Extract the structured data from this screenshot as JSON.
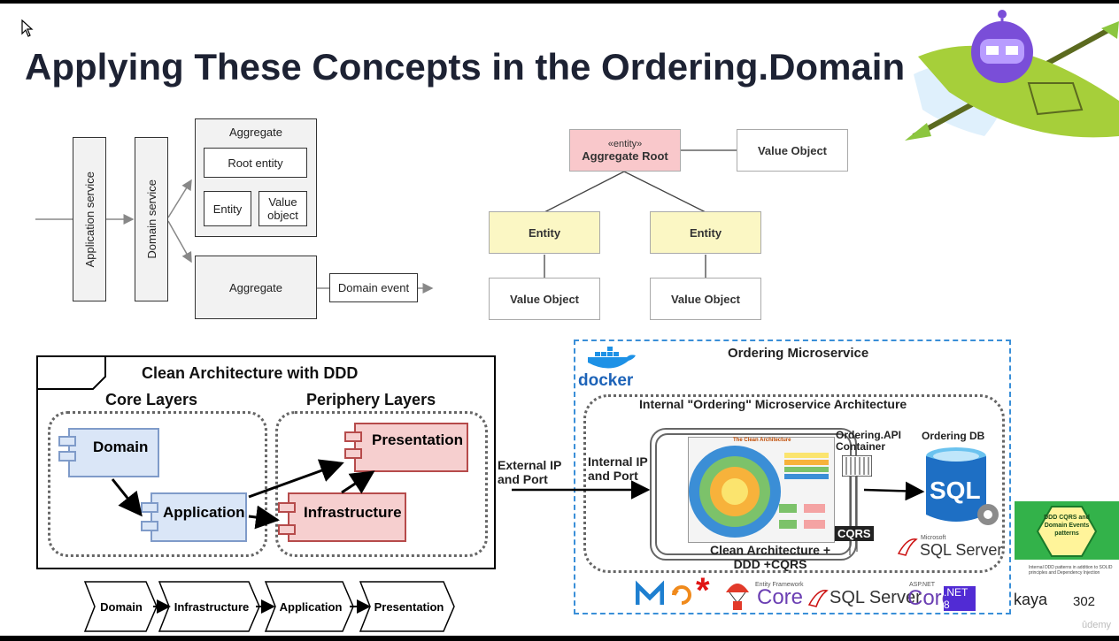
{
  "slide": {
    "title": "Applying These Concepts in the Ordering.Domain",
    "page_number": "302",
    "author_fragment": "kaya",
    "watermark": "ûdemy"
  },
  "left_diagram": {
    "application_service": "Application service",
    "domain_service": "Domain service",
    "aggregate_top": {
      "label": "Aggregate",
      "root": "Root entity",
      "entity": "Entity",
      "value_object": "Value object"
    },
    "aggregate_bottom": "Aggregate",
    "domain_event": "Domain event"
  },
  "right_diagram": {
    "stereotype": "«entity»",
    "aggregate_root": "Aggregate Root",
    "value_object_top": "Value Object",
    "entity_left": "Entity",
    "entity_right": "Entity",
    "value_object_left": "Value Object",
    "value_object_right": "Value Object"
  },
  "clean_arch": {
    "title": "Clean Architecture with DDD",
    "core_layers": "Core Layers",
    "periphery_layers": "Periphery Layers",
    "domain": "Domain",
    "application": "Application",
    "presentation": "Presentation",
    "infrastructure": "Infrastructure",
    "chevrons": [
      "Domain",
      "Infrastructure",
      "Application",
      "Presentation"
    ]
  },
  "microservice": {
    "title": "Ordering Microservice",
    "docker": "docker",
    "internal_title": "Internal \"Ordering\" Microservice Architecture",
    "external_ip": "External IP and Port",
    "internal_ip": "Internal IP and Port",
    "api_container": "Ordering.API Container",
    "ordering_db": "Ordering DB",
    "sql_big": "SQL",
    "cqrs_badge": "CQRS",
    "bottom_label": "Clean Architecture + DDD +CQRS",
    "sql_server_brand": "SQL Server",
    "microsoft": "Microsoft",
    "inner_diagram_title": "The Clean Architecture",
    "logos": [
      "MediatR",
      "Refit",
      "Polly",
      "Core",
      "SQL Server",
      "ASP.NET Core",
      ".NET 8"
    ],
    "net8": ".NET 8"
  },
  "course_card": {
    "title": "DDD CQRS and Domain Events patterns",
    "subtitle": "Internal DDD patterns in addition to SOLID principles and Dependency Injection"
  },
  "colors": {
    "title": "#1d2233",
    "aggregate_root_fill": "#f9c8cb",
    "entity_fill": "#fbf7c4",
    "domain_fill": "#dae6f7",
    "infra_fill": "#f6cfcf",
    "ms_border": "#3a8fd8",
    "course_green": "#33b24a"
  }
}
